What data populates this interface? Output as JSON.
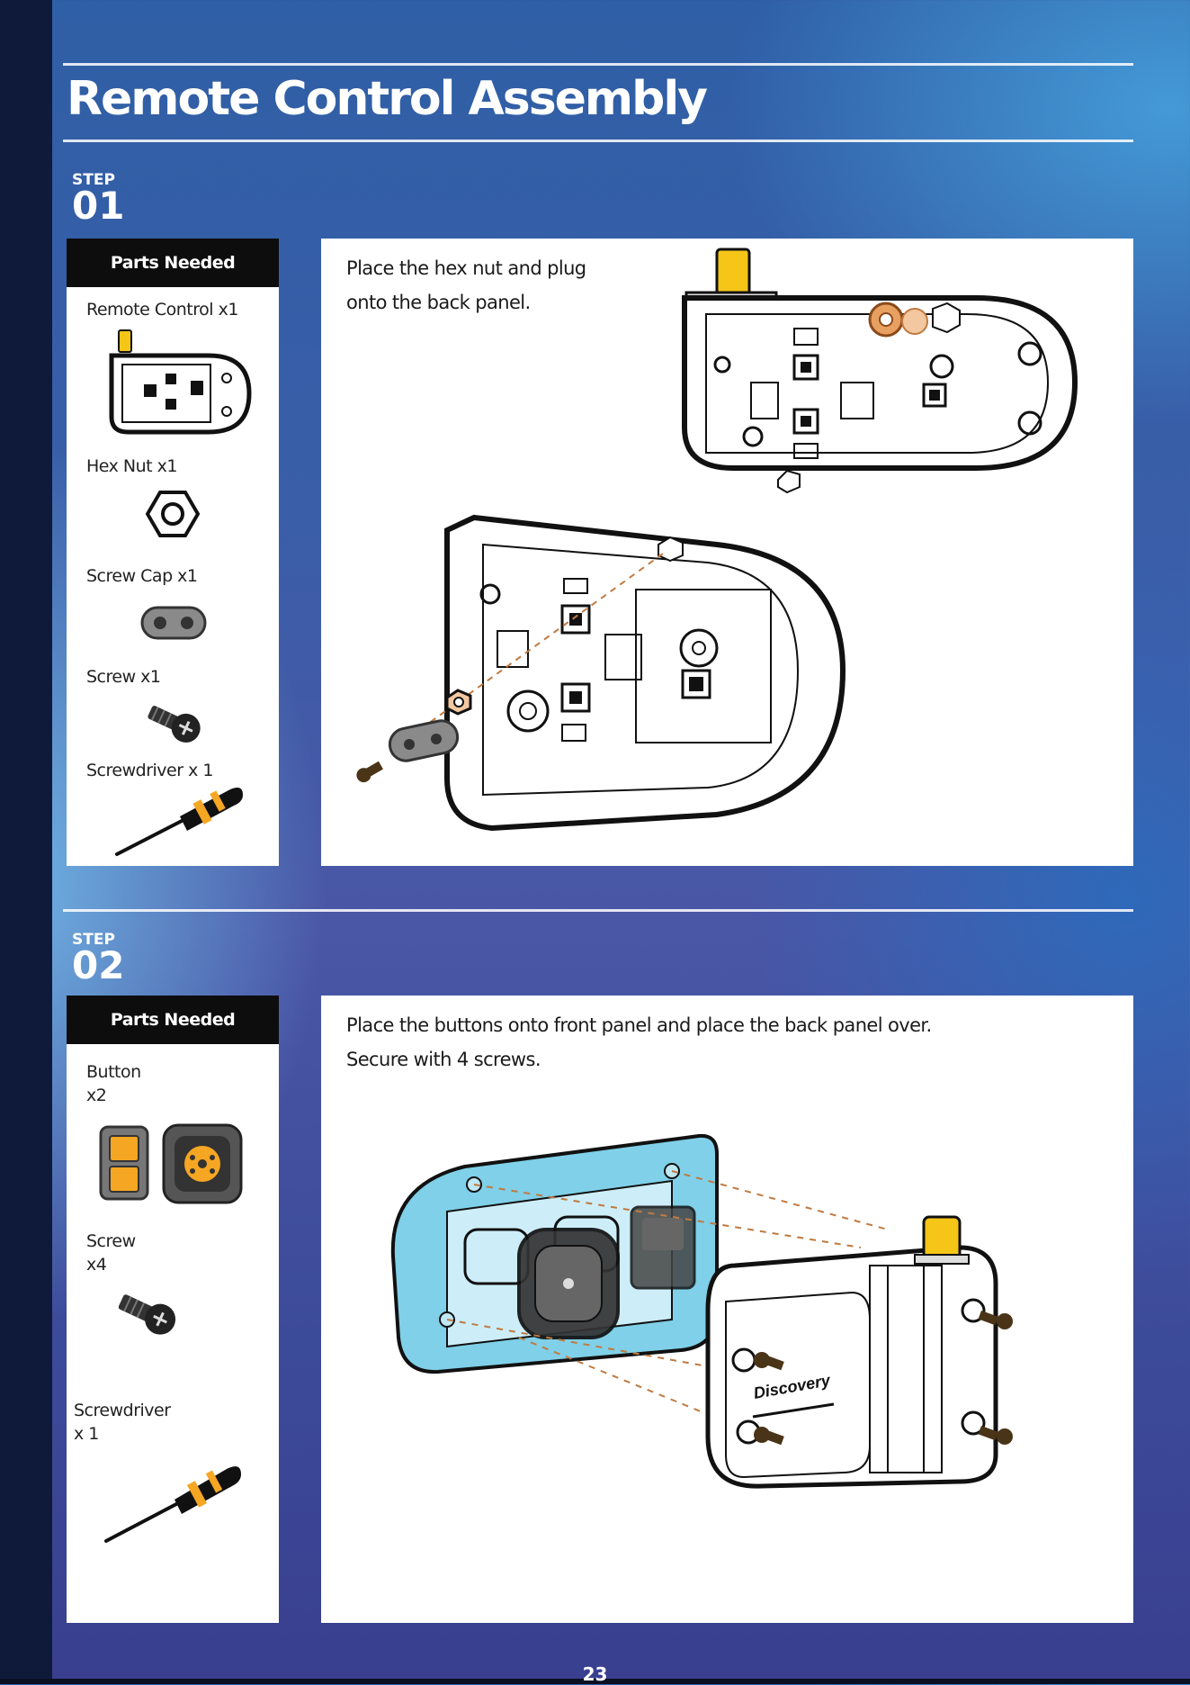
{
  "page": {
    "title": "Remote Control Assembly",
    "page_number": "23"
  },
  "steps": [
    {
      "label": "STEP",
      "number": "01",
      "parts_header": "Parts Needed",
      "parts": [
        {
          "label": "Remote Control x1",
          "icon": "remote-control-back-panel-icon"
        },
        {
          "label": "Hex Nut x1",
          "icon": "hex-nut-icon"
        },
        {
          "label": "Screw Cap x1",
          "icon": "screw-cap-icon"
        },
        {
          "label": "Screw x1",
          "icon": "screw-icon"
        },
        {
          "label": "Screwdriver x 1",
          "icon": "screwdriver-icon"
        }
      ],
      "instructions": [
        "Place the hex nut and plug",
        "onto the back panel."
      ]
    },
    {
      "label": "STEP",
      "number": "02",
      "parts_header": "Parts Needed",
      "parts": [
        {
          "label": "Button",
          "qty": "x2",
          "icon": "button-icon"
        },
        {
          "label": "Screw",
          "qty": "x4",
          "icon": "screw-icon"
        },
        {
          "label": "Screwdriver",
          "qty": "x 1",
          "icon": "screwdriver-icon"
        }
      ],
      "instructions": [
        "Place the buttons onto front panel and place the back panel over.",
        "Secure with 4 screws."
      ],
      "brand_mark": "Discovery"
    }
  ],
  "colors": {
    "accent_yellow": "#f5c518",
    "front_panel_blue": "#7fd0e8",
    "nut_orange": "#e8a060",
    "button_gray": "#555555"
  }
}
